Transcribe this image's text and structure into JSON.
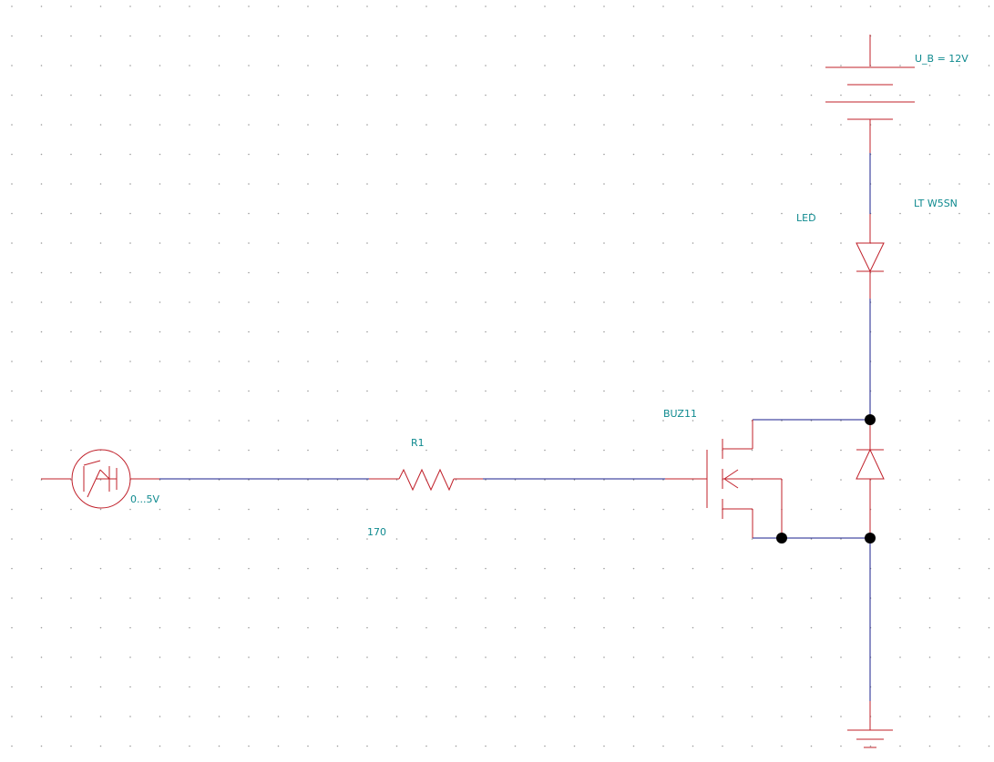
{
  "colors": {
    "wire": "#1a1f8c",
    "component": "#c0202a",
    "label": "#0f8a8f",
    "junction": "#000000",
    "grid": "#9a9a9a",
    "background": "#ffffff"
  },
  "components": {
    "battery": {
      "value": "U_B = 12V"
    },
    "led": {
      "name": "LED",
      "value": "LT W5SN"
    },
    "resistor": {
      "name": "R1",
      "value": "170"
    },
    "mosfet": {
      "name": "BUZ11"
    },
    "source": {
      "value": "0...5V"
    }
  },
  "icons": {
    "battery": "battery-icon",
    "led": "led-diode-icon",
    "resistor": "resistor-icon",
    "mosfet": "n-channel-mosfet-icon",
    "source": "voltage-source-icon",
    "ground": "ground-icon",
    "body_diode": "diode-icon"
  }
}
